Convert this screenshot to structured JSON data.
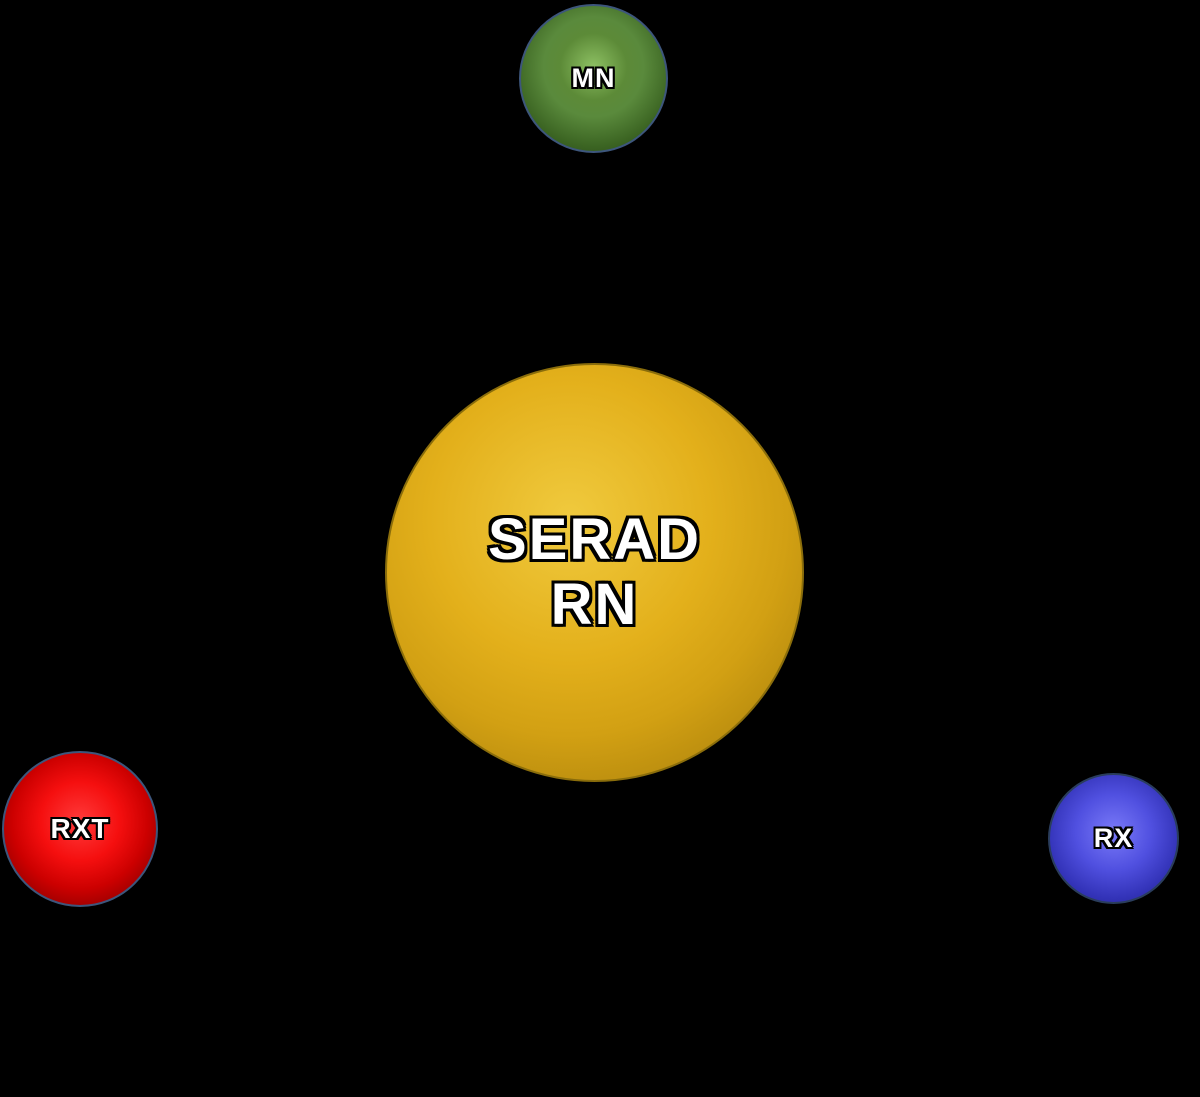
{
  "diagram": {
    "background_color": "#000000",
    "nodes": [
      {
        "id": "mn",
        "label": "MN",
        "shape": "sphere",
        "color": "#5a8a3c",
        "position": "top-center"
      },
      {
        "id": "serad-rn",
        "label_line1": "SERAD",
        "label_line2": "RN",
        "shape": "sphere",
        "color": "#d4a017",
        "position": "center"
      },
      {
        "id": "rxt",
        "label": "RXT",
        "shape": "sphere",
        "color": "#e00000",
        "position": "bottom-left"
      },
      {
        "id": "rx",
        "label": "RX",
        "shape": "sphere",
        "color": "#3c3cc8",
        "position": "bottom-right"
      }
    ]
  }
}
